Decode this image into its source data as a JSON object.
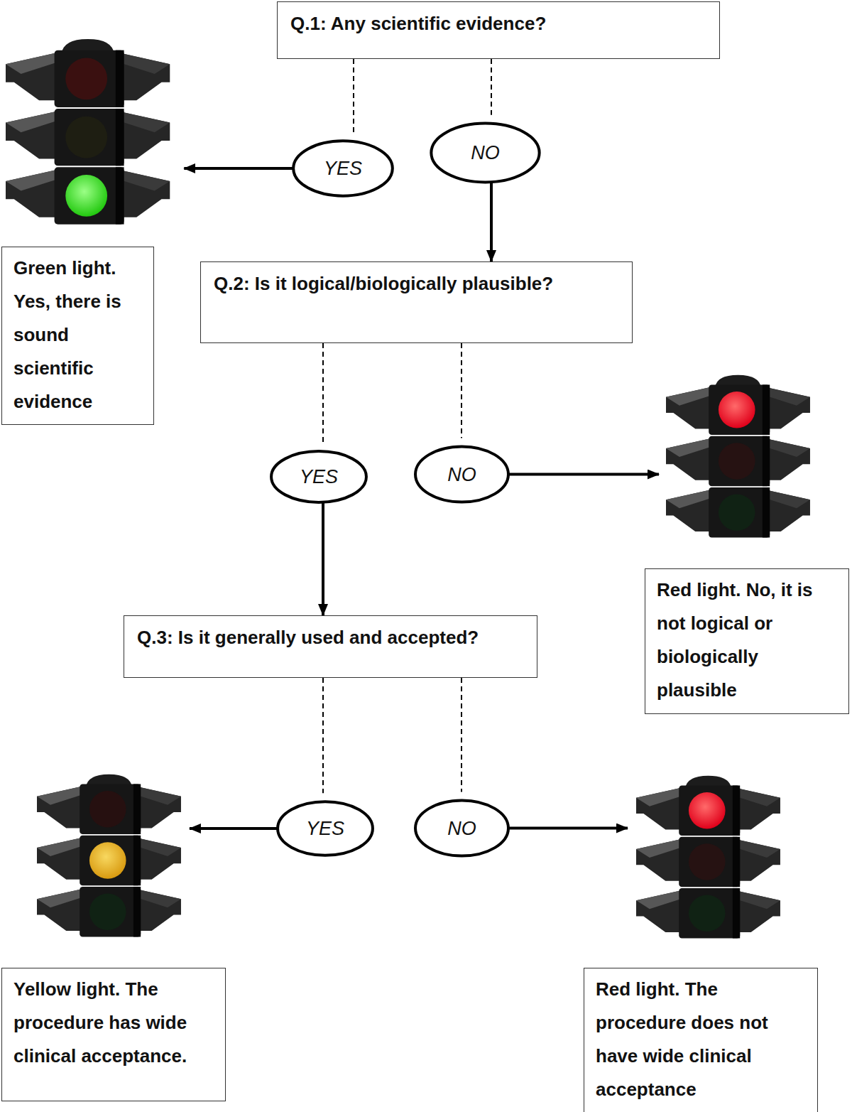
{
  "diagram": {
    "nodes": [
      {
        "text": [
          "Q.1: Any scientific evidence?"
        ]
      },
      {
        "text": [
          "YES"
        ]
      },
      {
        "text": [
          "NO"
        ]
      },
      {
        "text": [
          "Green light. Yes, there is sound scientific evidence"
        ]
      },
      {
        "text": [
          "Q.2: Is it logical/biologically plausible?"
        ]
      },
      {
        "text": [
          "YES"
        ]
      },
      {
        "text": [
          "NO"
        ]
      },
      {
        "text": [
          "Red light. No, it is not logical or biologically plausible"
        ]
      },
      {
        "text": [
          "Q.3: Is it generally used and accepted?"
        ]
      },
      {
        "text": [
          "YES"
        ]
      },
      {
        "text": [
          "NO"
        ]
      },
      {
        "text": [
          "Yellow light. The procedure has wide clinical acceptance."
        ]
      },
      {
        "text": [
          "Red light. The procedure does not have wide clinical acceptance"
        ]
      }
    ],
    "edges": [
      {
        "from": 0,
        "to": 1,
        "arrow": "none"
      },
      {
        "from": 0,
        "to": 2,
        "arrow": "none"
      },
      {
        "from": 1,
        "to": 3,
        "arrow": "to"
      },
      {
        "from": 2,
        "to": 4,
        "arrow": "to"
      },
      {
        "from": 4,
        "to": 5,
        "arrow": "none"
      },
      {
        "from": 4,
        "to": 6,
        "arrow": "none"
      },
      {
        "from": 6,
        "to": 7,
        "arrow": "to"
      },
      {
        "from": 5,
        "to": 8,
        "arrow": "to"
      },
      {
        "from": 8,
        "to": 9,
        "arrow": "none"
      },
      {
        "from": 8,
        "to": 10,
        "arrow": "none"
      },
      {
        "from": 9,
        "to": 11,
        "arrow": "to"
      },
      {
        "from": 10,
        "to": 12,
        "arrow": "to"
      }
    ]
  }
}
